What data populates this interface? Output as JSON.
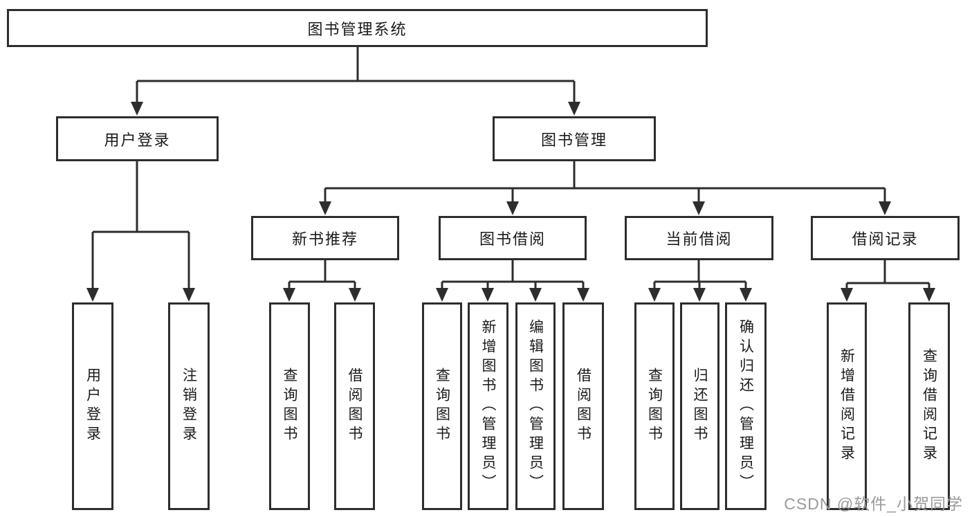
{
  "diagram": {
    "type": "hierarchy-tree",
    "tree": {
      "label": "图书管理系统",
      "children": [
        {
          "label": "用户登录",
          "children": [
            {
              "label": "用户登录"
            },
            {
              "label": "注销登录"
            }
          ]
        },
        {
          "label": "图书管理",
          "children": [
            {
              "label": "新书推荐",
              "children": [
                {
                  "label": "查询图书"
                },
                {
                  "label": "借阅图书"
                }
              ]
            },
            {
              "label": "图书借阅",
              "children": [
                {
                  "label": "查询图书"
                },
                {
                  "label": "新增图书（管理员）"
                },
                {
                  "label": "编辑图书（管理员）"
                },
                {
                  "label": "借阅图书"
                }
              ]
            },
            {
              "label": "当前借阅",
              "children": [
                {
                  "label": "查询图书"
                },
                {
                  "label": "归还图书"
                },
                {
                  "label": "确认归还（管理员）"
                }
              ]
            },
            {
              "label": "借阅记录",
              "children": [
                {
                  "label": "新增借阅记录"
                },
                {
                  "label": "查询借阅记录"
                }
              ]
            }
          ]
        }
      ]
    },
    "colors": {
      "line": "#2d2d2d",
      "box_border": "#2d2d2d",
      "text": "#1a1a1a",
      "background": "#ffffff",
      "watermark": "#9a9a9a"
    }
  },
  "watermark": {
    "text": "CSDN @软件_小贺同学"
  }
}
